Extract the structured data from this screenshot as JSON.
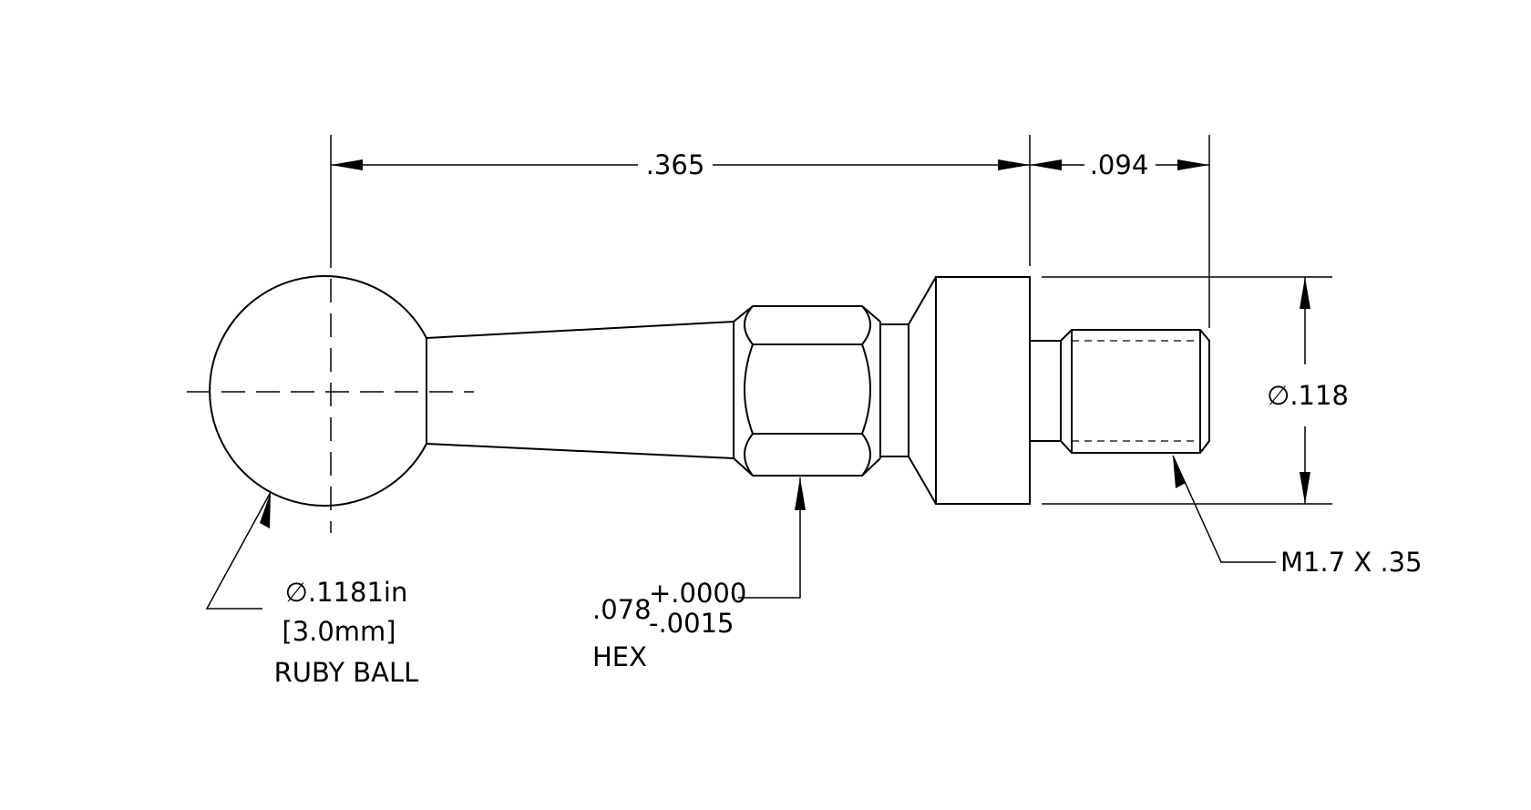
{
  "dimensions": {
    "length_main": ".365",
    "length_thread": ".094",
    "flange_diameter": "∅.118",
    "thread_spec": "M1.7 X .35",
    "ball": {
      "diameter_in": "∅.1181in",
      "diameter_mm": "[3.0mm]",
      "name": "RUBY BALL"
    },
    "hex": {
      "nominal": ".078",
      "tol_plus": "+.0000",
      "tol_minus": "-.0015",
      "name": "HEX"
    }
  }
}
